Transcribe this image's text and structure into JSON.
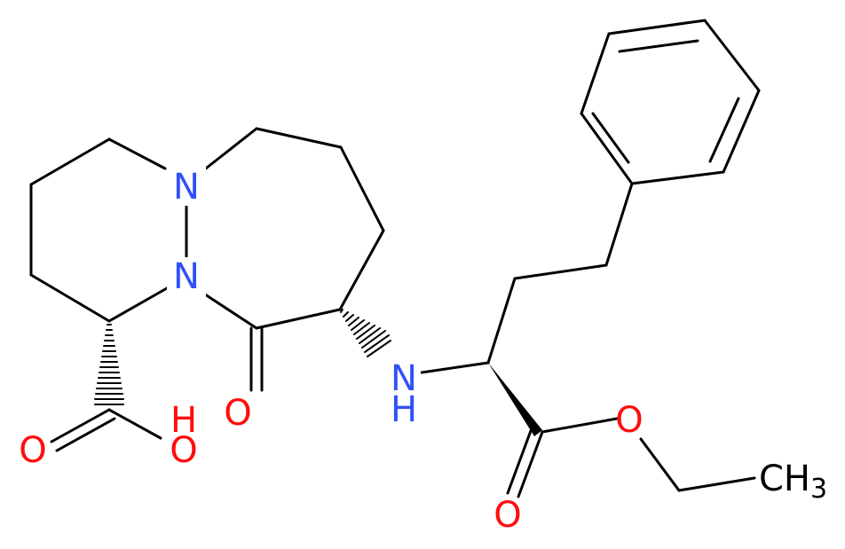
{
  "molecule": {
    "atoms": {
      "n1": "N",
      "n2": "N",
      "nh": "N",
      "h": "H",
      "o_ring_ketone": "O",
      "o_acid_carbonyl": "O",
      "o_acid_hydroxyl": "O",
      "h_acid": "H",
      "o_ester_ether": "O",
      "o_ester_carbonyl": "O",
      "methyl_c": "CH",
      "methyl_sub": "3"
    },
    "colors": {
      "nitrogen": "#3050f8",
      "oxygen": "#ff0d0d",
      "carbon": "#000000",
      "background": "#ffffff"
    }
  }
}
